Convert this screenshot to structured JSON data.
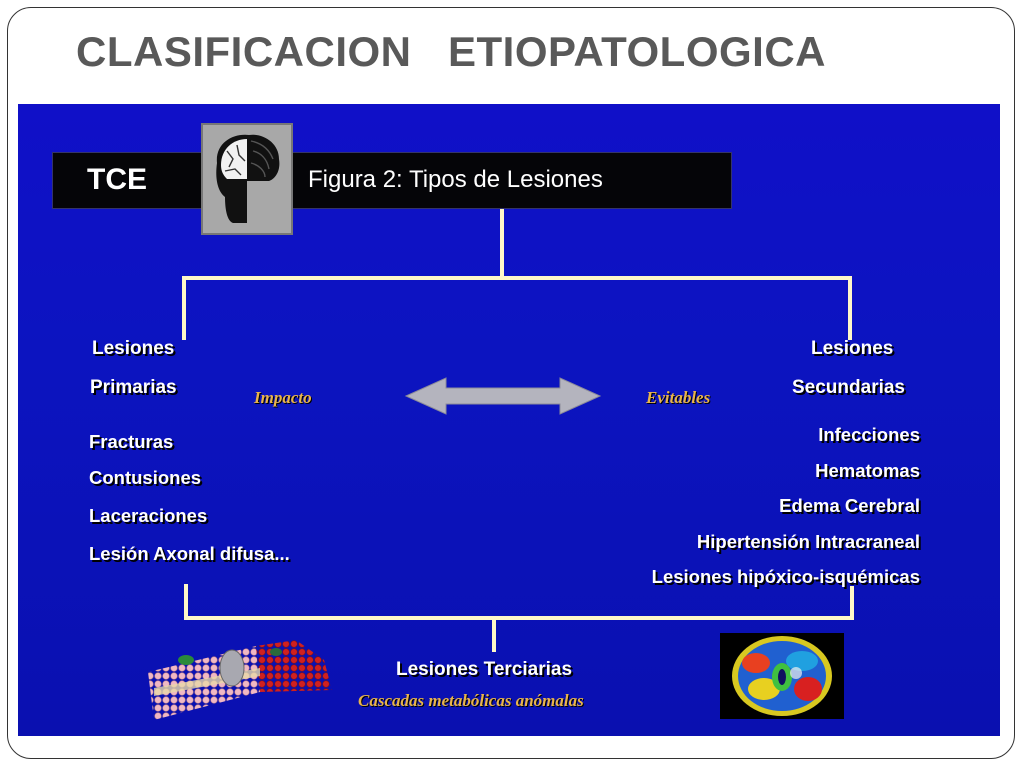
{
  "slide": {
    "title": "CLASIFICACION   ETIOPATOLOGICA"
  },
  "diagram": {
    "header": {
      "tag": "TCE",
      "figure_label": "Figura 2: Tipos de Lesiones"
    },
    "primary": {
      "heading_line1": "Lesiones",
      "heading_line2": "Primarias",
      "annotation": "Impacto",
      "items": [
        "Fracturas",
        "Contusiones",
        "Laceraciones",
        "Lesión Axonal difusa..."
      ]
    },
    "secondary": {
      "heading_line1": "Lesiones",
      "heading_line2": "Secundarias",
      "annotation": "Evitables",
      "items": [
        "Infecciones",
        "Hematomas",
        "Edema Cerebral",
        "Hipertensión Intracraneal",
        "Lesiones hipóxico-isquémicas"
      ]
    },
    "tertiary": {
      "heading": "Lesiones Terciarias",
      "subheading": "Cascadas metabólicas anómalas"
    },
    "icons": [
      "brain-icon",
      "double-arrow-icon",
      "cell-membrane-icon",
      "brain-scan-icon"
    ],
    "colors": {
      "panel": "#0c14c0",
      "connector": "#fff8c8",
      "annotation": "#e8b44c",
      "text": "#ffffff"
    }
  }
}
